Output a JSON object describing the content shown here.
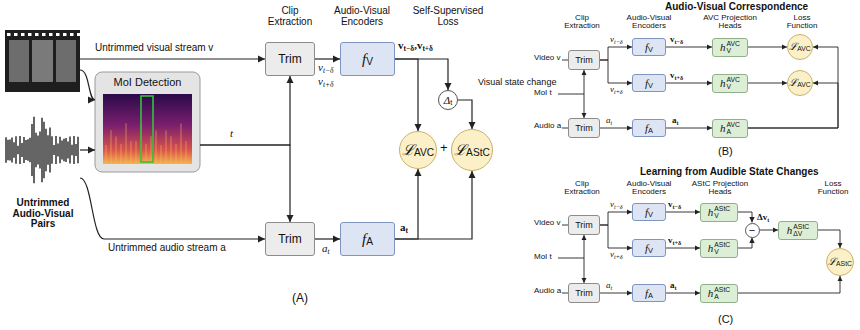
{
  "diagram": {
    "nodes": [
      {
        "text": [
          "Trim"
        ]
      },
      {
        "text": [
          "MoI Detection"
        ]
      },
      {
        "text": [
          "Trim"
        ]
      },
      {
        "text": [
          "f",
          "V"
        ]
      },
      {
        "text": [
          "f",
          "A"
        ]
      },
      {
        "text": [
          "Δ",
          "t"
        ]
      },
      {
        "text": [
          "ℒ",
          "AVC"
        ]
      },
      {
        "text": [
          "ℒ",
          "AStC"
        ]
      },
      {
        "text": [
          "Trim"
        ]
      },
      {
        "text": [
          "Trim"
        ]
      },
      {
        "text": [
          "f",
          "V"
        ]
      },
      {
        "text": [
          "f",
          "V"
        ]
      },
      {
        "text": [
          "f",
          "A"
        ]
      },
      {
        "text": [
          "h",
          "V",
          "AVC"
        ]
      },
      {
        "text": [
          "h",
          "V",
          "AVC"
        ]
      },
      {
        "text": [
          "h",
          "A",
          "AVC"
        ]
      },
      {
        "text": [
          "ℒ",
          "AVC"
        ]
      },
      {
        "text": [
          "ℒ",
          "AVC"
        ]
      },
      {
        "text": [
          "Trim"
        ]
      },
      {
        "text": [
          "Trim"
        ]
      },
      {
        "text": [
          "f",
          "V"
        ]
      },
      {
        "text": [
          "f",
          "V"
        ]
      },
      {
        "text": [
          "f",
          "A"
        ]
      },
      {
        "text": [
          "h",
          "V",
          "AStC"
        ]
      },
      {
        "text": [
          "h",
          "V",
          "AStC"
        ]
      },
      {
        "text": [
          "−"
        ]
      },
      {
        "text": [
          "h",
          "ΔV",
          "AStC"
        ]
      },
      {
        "text": [
          "h",
          "A",
          "AStC"
        ]
      },
      {
        "text": [
          "ℒ",
          "AStC"
        ]
      }
    ],
    "edges": [
      {
        "from": 1,
        "to": 0,
        "arrow": "to"
      },
      {
        "from": 1,
        "to": 2,
        "arrow": "to"
      },
      {
        "from": 0,
        "to": 3,
        "arrow": "to"
      },
      {
        "from": 2,
        "to": 4,
        "arrow": "to"
      },
      {
        "from": 3,
        "to": 6,
        "arrow": "to"
      },
      {
        "from": 3,
        "to": 5,
        "arrow": "to"
      },
      {
        "from": 5,
        "to": 7,
        "arrow": "to"
      },
      {
        "from": 4,
        "to": 6,
        "arrow": "to"
      },
      {
        "from": 4,
        "to": 7,
        "arrow": "to"
      },
      {
        "from": 8,
        "to": 10,
        "arrow": "to"
      },
      {
        "from": 8,
        "to": 11,
        "arrow": "to"
      },
      {
        "from": 10,
        "to": 13,
        "arrow": "to"
      },
      {
        "from": 11,
        "to": 14,
        "arrow": "to"
      },
      {
        "from": 13,
        "to": 16,
        "arrow": "to"
      },
      {
        "from": 14,
        "to": 17,
        "arrow": "to"
      },
      {
        "from": 9,
        "to": 12,
        "arrow": "to"
      },
      {
        "from": 12,
        "to": 15,
        "arrow": "to"
      },
      {
        "from": 15,
        "to": 16,
        "arrow": "to"
      },
      {
        "from": 15,
        "to": 17,
        "arrow": "to"
      },
      {
        "from": 18,
        "to": 20,
        "arrow": "to"
      },
      {
        "from": 18,
        "to": 21,
        "arrow": "to"
      },
      {
        "from": 20,
        "to": 23,
        "arrow": "to"
      },
      {
        "from": 21,
        "to": 24,
        "arrow": "to"
      },
      {
        "from": 23,
        "to": 25,
        "arrow": "to"
      },
      {
        "from": 24,
        "to": 25,
        "arrow": "to"
      },
      {
        "from": 25,
        "to": 26,
        "arrow": "to"
      },
      {
        "from": 26,
        "to": 28,
        "arrow": "to"
      },
      {
        "from": 19,
        "to": 22,
        "arrow": "to"
      },
      {
        "from": 22,
        "to": 27,
        "arrow": "to"
      },
      {
        "from": 27,
        "to": 28,
        "arrow": "to"
      }
    ],
    "labels": [
      "Untrimmed visual stream v",
      "Untrimmed audio stream a",
      "Untrimmed Audio-Visual Pairs",
      "Clip Extraction",
      "Audio-Visual Encoders",
      "Self-Supervised Loss",
      "Visual state change",
      "t",
      "v",
      "t−δ",
      "v",
      "t+δ",
      "a",
      "t",
      "v",
      "t−δ",
      ",",
      "v",
      "t+δ",
      "a",
      "t",
      "+",
      "(A)",
      "Audio-Visual Correspondence",
      "Clip Extraction",
      "Audio-Visual Encoders",
      "AVC Projection Heads",
      "Loss Function",
      "Video v",
      "MoI t",
      "Audio a",
      "v",
      "t−δ",
      "v",
      "t+δ",
      "v",
      "t−δ",
      "v",
      "t+δ",
      "a",
      "t",
      "a",
      "t",
      "(B)",
      "Learning from Audible State Changes",
      "Clip Extraction",
      "Audio-Visual Encoders",
      "AStC Projection Heads",
      "Loss Function",
      "Video v",
      "MoI t",
      "Audio a",
      "v",
      "t−δ",
      "v",
      "t+δ",
      "v",
      "t−δ",
      "v",
      "t+δ",
      "Δv",
      "t",
      "a",
      "t",
      "a",
      "t",
      "(C)"
    ]
  }
}
